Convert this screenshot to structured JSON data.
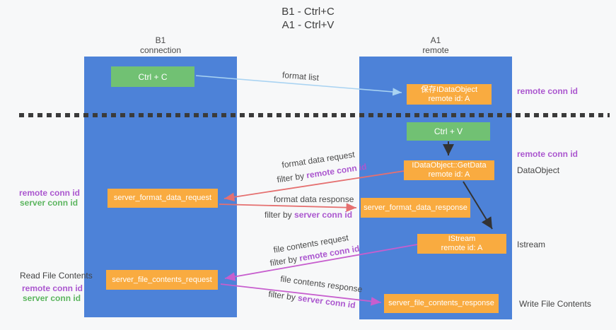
{
  "title": {
    "line1": "B1 - Ctrl+C",
    "line2": "A1 - Ctrl+V"
  },
  "columns": {
    "left": {
      "name": "B1",
      "role": "connection"
    },
    "right": {
      "name": "A1",
      "role": "remote"
    }
  },
  "boxes": {
    "ctrl_c": {
      "label": "Ctrl + C"
    },
    "ctrl_v": {
      "label": "Ctrl + V"
    },
    "save_dataobject": {
      "line1": "保存IDataObject",
      "line2": "remote id: A"
    },
    "getdata": {
      "line1": "IDataObject::GetData",
      "line2": "remote id: A"
    },
    "istream": {
      "line1": "IStream",
      "line2": "remote id: A"
    },
    "format_request": {
      "label": "server_format_data_request"
    },
    "format_response": {
      "label": "server_format_data_response"
    },
    "file_request": {
      "label": "server_file_contents_request"
    },
    "file_response": {
      "label": "server_file_contents_response"
    }
  },
  "arrow_labels": {
    "format_list": "format list",
    "format_data_request": {
      "title": "format data request",
      "filter_prefix": "filter by",
      "filter_value": "remote conn id"
    },
    "format_data_response": {
      "title": "format data response",
      "filter_prefix": "filter by",
      "filter_value": "server conn id"
    },
    "file_contents_request": {
      "title": "file contents request",
      "filter_prefix": "filter by",
      "filter_value": "remote conn id"
    },
    "file_contents_response": {
      "title": "file contents response",
      "filter_prefix": "filter by",
      "filter_value": "server conn id"
    }
  },
  "side_labels": {
    "right_top_remote_conn": "remote conn id",
    "right_mid_remote_conn": "remote conn id",
    "dataobject": "DataObject",
    "istream": "Istream",
    "write_file": "Write File Contents",
    "read_file": "Read File Contents",
    "left_format": {
      "remote": "remote conn id",
      "server": "server conn id"
    },
    "left_file": {
      "remote": "remote conn id",
      "server": "server conn id"
    }
  },
  "colors": {
    "column_blue": "#4d82d8",
    "box_orange": "#f9ab40",
    "box_green": "#71c173",
    "arrow_salmon": "#e57070",
    "arrow_magenta": "#c75ece",
    "arrow_lightblue": "#a9d3f2",
    "arrow_black": "#333333",
    "text_purple": "#ab57cf",
    "text_green": "#5cb55f",
    "separator_dark": "#3b3b3b"
  }
}
